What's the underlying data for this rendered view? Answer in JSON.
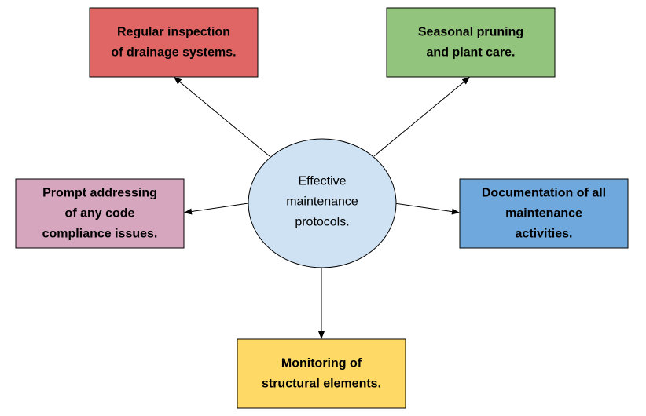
{
  "diagram": {
    "center": {
      "lines": [
        "Effective",
        "maintenance",
        "protocols."
      ],
      "fill": "#cfe2f3"
    },
    "nodes": [
      {
        "id": "drainage",
        "lines": [
          "Regular inspection",
          "of drainage systems."
        ],
        "fill": "#e06666"
      },
      {
        "id": "pruning",
        "lines": [
          "Seasonal pruning",
          "and plant care."
        ],
        "fill": "#93c47d"
      },
      {
        "id": "code-compliance",
        "lines": [
          "Prompt addressing",
          "of any code",
          "compliance issues."
        ],
        "fill": "#d5a6bd"
      },
      {
        "id": "documentation",
        "lines": [
          "Documentation of all",
          "maintenance",
          "activities."
        ],
        "fill": "#6fa8dc"
      },
      {
        "id": "structural",
        "lines": [
          "Monitoring of",
          "structural elements."
        ],
        "fill": "#ffd966"
      }
    ],
    "edges": [
      {
        "from": "center",
        "to": "drainage"
      },
      {
        "from": "center",
        "to": "pruning"
      },
      {
        "from": "center",
        "to": "code-compliance"
      },
      {
        "from": "center",
        "to": "documentation"
      },
      {
        "from": "center",
        "to": "structural"
      }
    ]
  }
}
